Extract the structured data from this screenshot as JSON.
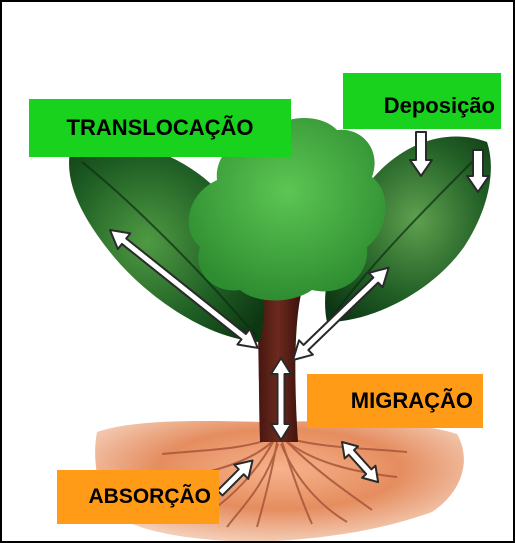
{
  "labels": {
    "translocacao": "TRANSLOCAÇÃO",
    "deposicao": "Deposição",
    "migracao": "MIGRAÇÃO",
    "absorcao": "ABSORÇÃO"
  },
  "colors": {
    "label_green": "#18d21e",
    "label_orange": "#ff9b17",
    "leaf_dark": "#1f5f24",
    "canopy": "#3fae3a",
    "trunk": "#5a1f16",
    "soil": "#e8946a",
    "arrow_fill": "#ffffff",
    "arrow_stroke": "#2a2a2a"
  }
}
